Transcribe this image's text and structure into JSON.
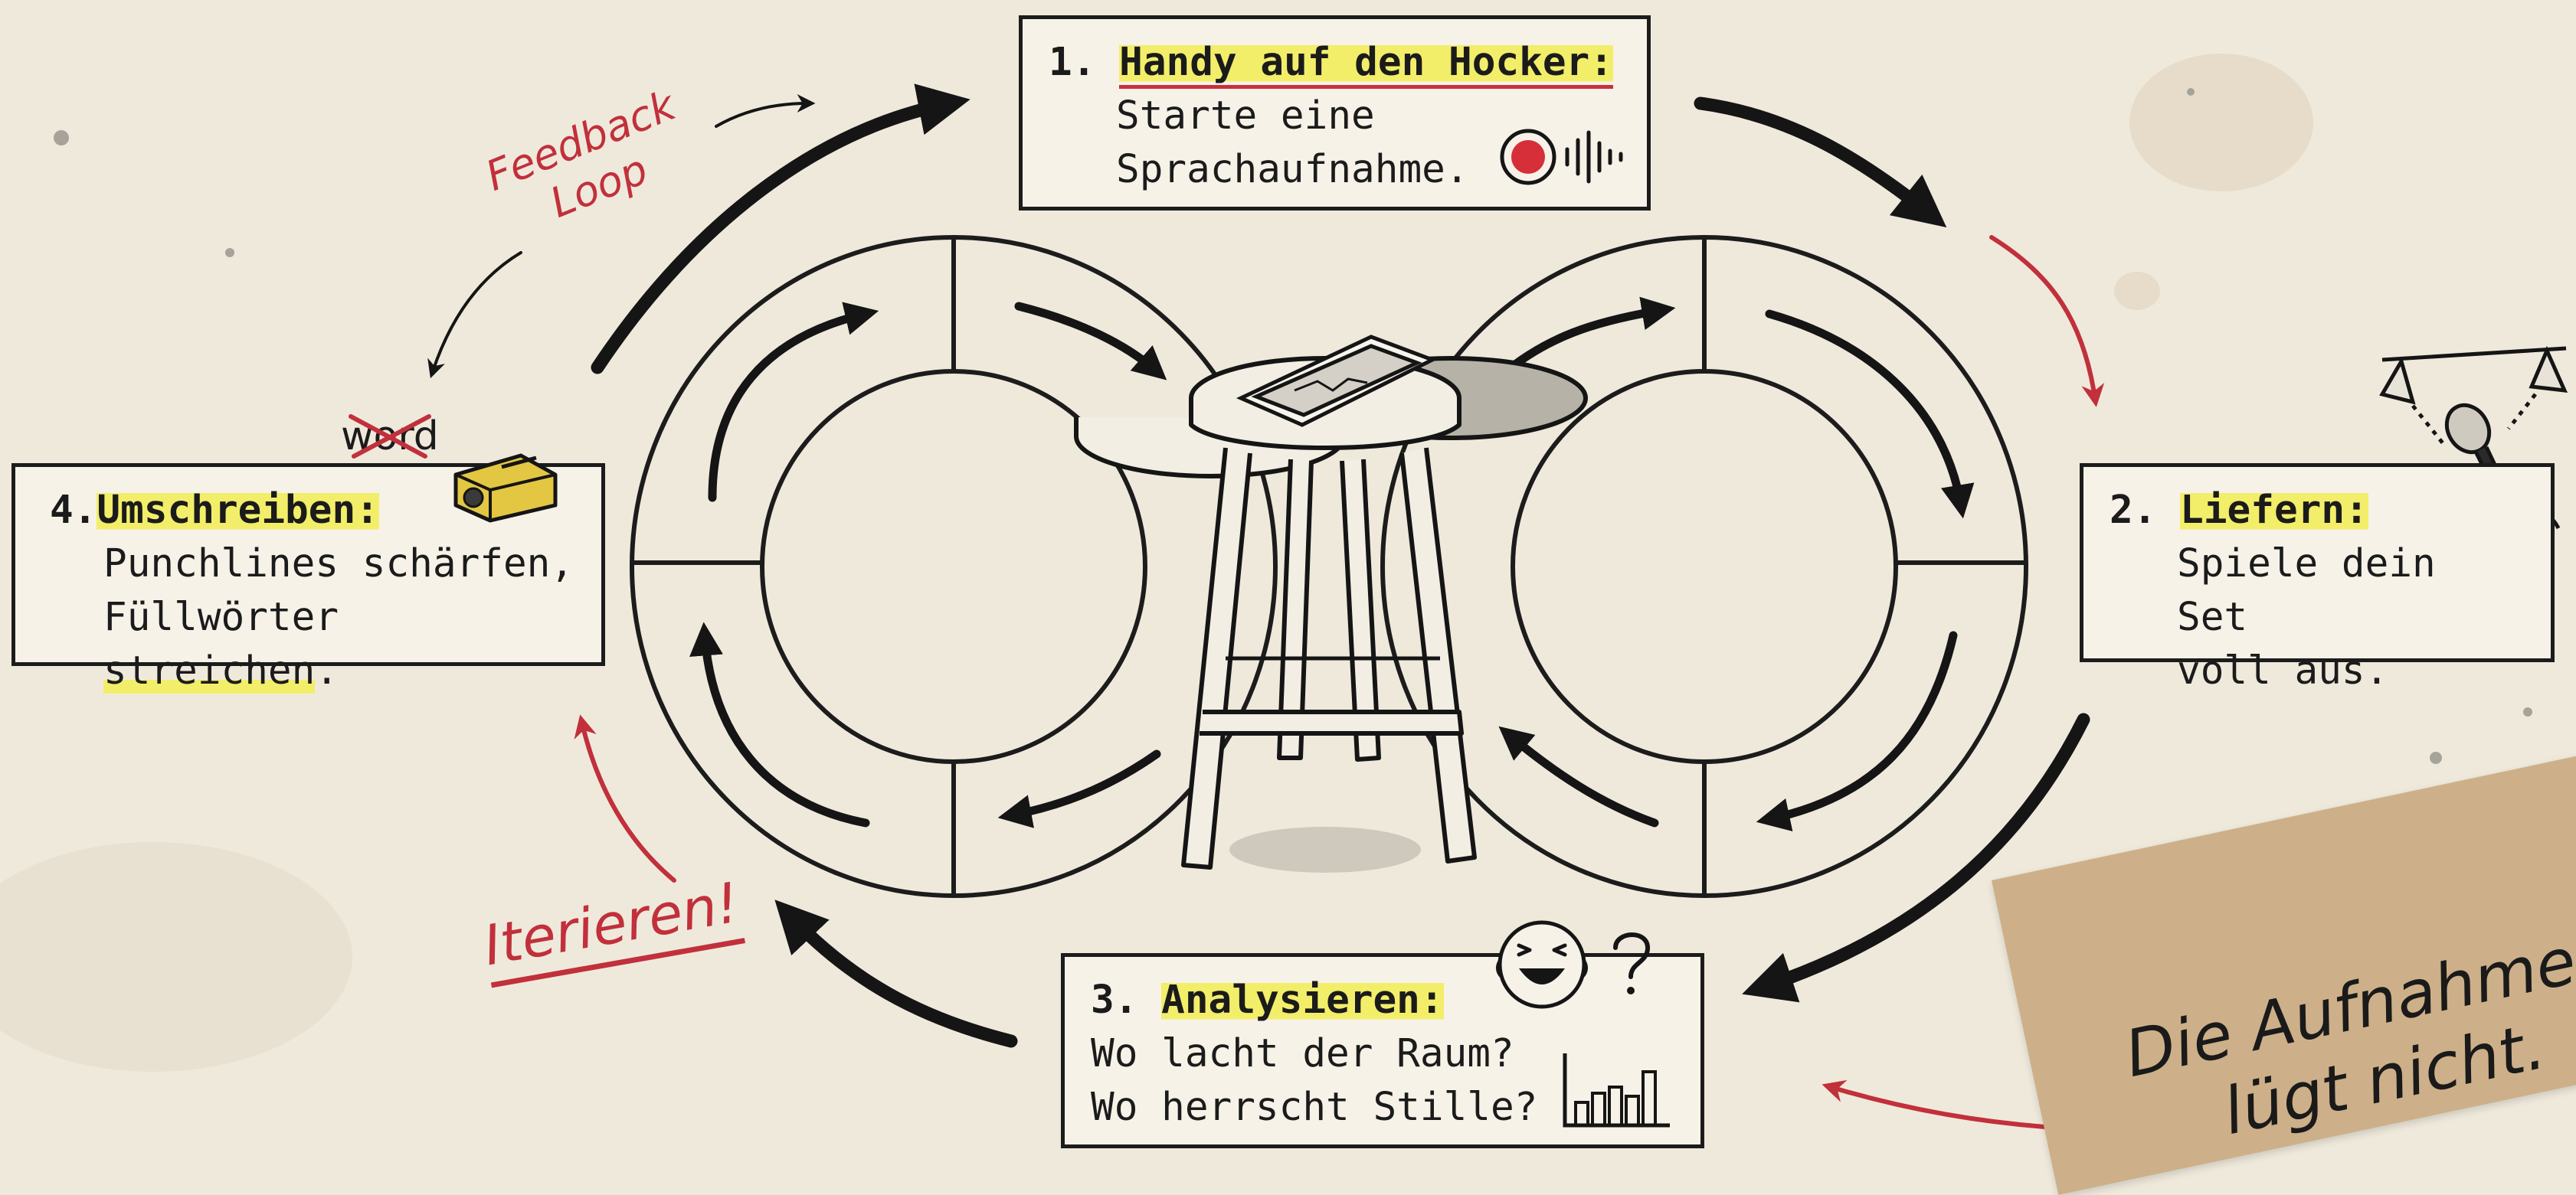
{
  "steps": [
    {
      "number": "1.",
      "title": "Handy auf den Hocker:",
      "lines": [
        "Starte eine",
        "Sprachaufnahme."
      ]
    },
    {
      "number": "2.",
      "title": "Liefern:",
      "lines": [
        "Spiele dein Set",
        "voll aus."
      ]
    },
    {
      "number": "3.",
      "title": "Analysieren:",
      "lines": [
        "Wo lacht der Raum?",
        "Wo herrscht Stille?"
      ]
    },
    {
      "number": "4.",
      "title": "Umschreiben:",
      "line1": "Punchlines schärfen,",
      "line2_a": "Füllwörter ",
      "line2_b": "streichen",
      "line2_c": "."
    }
  ],
  "annotations": {
    "feedback_1": "Feedback",
    "feedback_2": "Loop",
    "iterate": "Iterieren!",
    "crossed_word": "word"
  },
  "tape": {
    "line1": "Die Aufnahme",
    "line2": "lügt nicht."
  },
  "icons": {
    "record": "record-icon",
    "waveform": "sound-wave-icon",
    "laughing": "laughing-face-icon",
    "question": "question-mark-icon",
    "chart": "bar-chart-icon",
    "sharpener": "pencil-sharpener-icon",
    "microphone": "microphone-icon",
    "spotlights": "spotlight-icon",
    "stool": "bar-stool-icon",
    "phone": "smartphone-icon"
  },
  "colors": {
    "paper": "#efe9dc",
    "ink": "#1c1c1c",
    "accent_red": "#c1303b",
    "highlight": "#f2ee6a",
    "tape": "#cdb089"
  }
}
